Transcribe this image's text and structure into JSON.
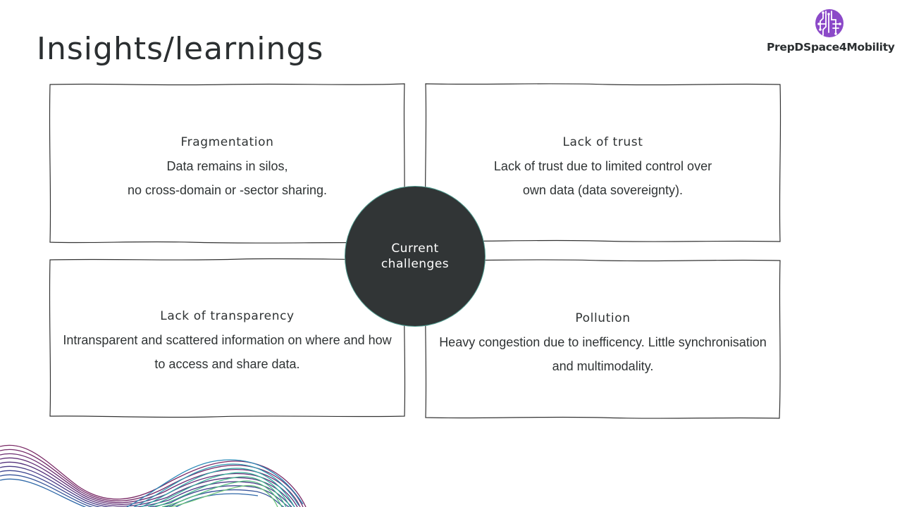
{
  "slide": {
    "title": "Insights/learnings"
  },
  "logo": {
    "text": "PrepDSpace4Mobility",
    "mark_icon": "circuit-logo-icon",
    "mark_color": "#8b49c8"
  },
  "center": {
    "label": "Current challenges",
    "fill_color": "#313536",
    "border_color": "#4f9a8e"
  },
  "quadrants": [
    {
      "title": "Fragmentation",
      "lines": [
        "Data remains in silos,",
        "no cross-domain or -sector sharing."
      ]
    },
    {
      "title": "Lack of trust",
      "lines": [
        "Lack of trust due to limited control over",
        "own data (data sovereignty)."
      ]
    },
    {
      "title": "Lack of transparency",
      "lines": [
        "Intransparent and scattered information on where and how",
        "to access and share data."
      ]
    },
    {
      "title": "Pollution",
      "lines": [
        "Heavy congestion due to inefficency. Little synchronisation",
        "and multimodality."
      ]
    }
  ],
  "decor": {
    "wave_icon": "wave-lines-decoration",
    "wave_colors": [
      "#7a2a66",
      "#5a2f7a",
      "#3a4a9a",
      "#2a8ab8",
      "#3fb39b",
      "#6cc37a"
    ]
  }
}
